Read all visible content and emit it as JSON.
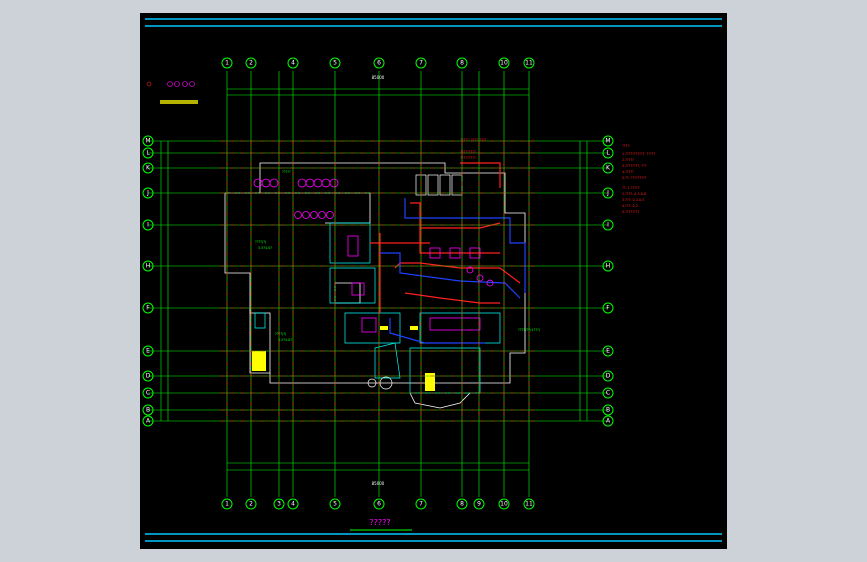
{
  "window": {
    "background": "#cdd2d8",
    "sheet_background": "#000000"
  },
  "colors": {
    "frame": "#00c8ff",
    "grid": "#00ff00",
    "axis": "#ff2020",
    "wall": "#ffffff",
    "equipment": "#ff00ff",
    "pipe_supply": "#ff2020",
    "pipe_return": "#2040ff",
    "cyan_detail": "#00ffff",
    "yellow_detail": "#ffff00"
  },
  "drawing": {
    "title": "?????",
    "top_columns": [
      "1",
      "2",
      "4",
      "5",
      "6",
      "7",
      "8",
      "10",
      "11"
    ],
    "bottom_columns": [
      "1",
      "2",
      "3",
      "4",
      "5",
      "6",
      "7",
      "8",
      "9",
      "10",
      "11"
    ],
    "rows": [
      "M",
      "L",
      "K",
      "J",
      "I",
      "H",
      "F",
      "E",
      "D",
      "C",
      "B",
      "A"
    ],
    "top_total": "85000",
    "bottom_total": "85000"
  }
}
